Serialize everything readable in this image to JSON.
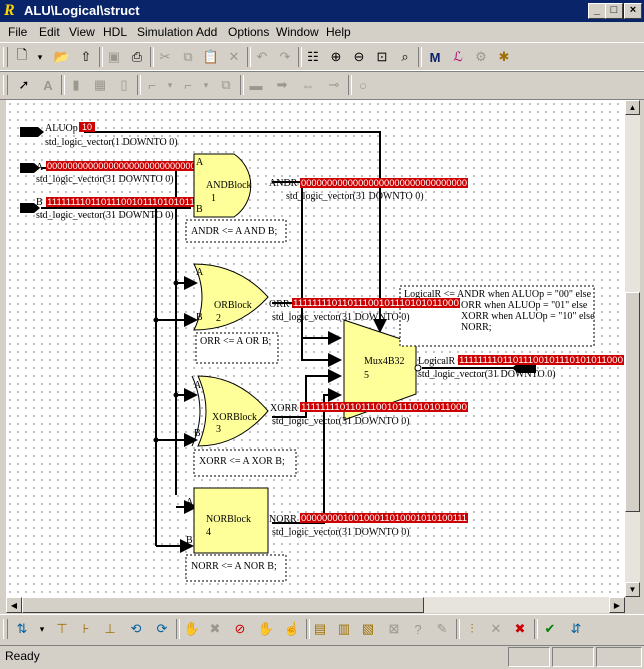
{
  "window": {
    "title": "ALU\\Logical\\struct"
  },
  "menu": [
    "File",
    "Edit",
    "View",
    "HDL",
    "Simulation",
    "Add",
    "Options",
    "Window",
    "Help"
  ],
  "ports": {
    "aluop": {
      "name": "ALUOp",
      "value": "10",
      "type": "std_logic_vector(1 DOWNTO 0)"
    },
    "a": {
      "name": "A",
      "value": "00000000000000000000000000000000",
      "type": "std_logic_vector(31 DOWNTO 0)"
    },
    "b": {
      "name": "B",
      "value": "11111111011011100101110101011000",
      "type": "std_logic_vector(31 DOWNTO 0)"
    },
    "logicalr": {
      "name": "LogicalR",
      "value": "11111111011011100101110101011000",
      "type": "std_logic_vector(31 DOWNTO 0)"
    }
  },
  "blocks": {
    "and": {
      "name": "ANDBlock",
      "num": "1",
      "pin_a": "A",
      "pin_b": "B",
      "code": "ANDR <= A AND B;"
    },
    "or": {
      "name": "ORBlock",
      "num": "2",
      "pin_a": "A",
      "pin_b": "B",
      "code": "ORR <= A OR B;"
    },
    "xor": {
      "name": "XORBlock",
      "num": "3",
      "pin_a": "A",
      "pin_b": "B",
      "code": "XORR <= A XOR B;"
    },
    "nor": {
      "name": "NORBlock",
      "num": "4",
      "pin_a": "A",
      "pin_b": "B",
      "code": "NORR <= A NOR B;"
    },
    "mux": {
      "name": "Mux4B32",
      "num": "5"
    }
  },
  "signals": {
    "andr": {
      "name": "ANDR",
      "value": "00000000000000000000000000000000",
      "type": "std_logic_vector(31 DOWNTO 0)"
    },
    "orr": {
      "name": "ORR",
      "value": "11111111011011100101110101011000",
      "type": "std_logic_vector(31 DOWNTO 0)"
    },
    "xorr": {
      "name": "XORR",
      "value": "11111111011011100101110101011000",
      "type": "std_logic_vector(31 DOWNTO 0)"
    },
    "norr": {
      "name": "NORR",
      "value": "00000000100100011010001010100111",
      "type": "std_logic_vector(31 DOWNTO 0)"
    }
  },
  "mux_code": {
    "line1": "LogicalR <= ANDR when ALUOp = \"00\" else",
    "line2": "ORR when ALUOp = \"01\" else",
    "line3": "XORR when ALUOp = \"10\" else",
    "line4": "NORR;"
  },
  "status": {
    "text": "Ready"
  },
  "colors": {
    "block_fill": "#ffff99",
    "value_fill": "#cc0000",
    "titlebar": "#0a246a",
    "canvas": "#ffffff"
  }
}
